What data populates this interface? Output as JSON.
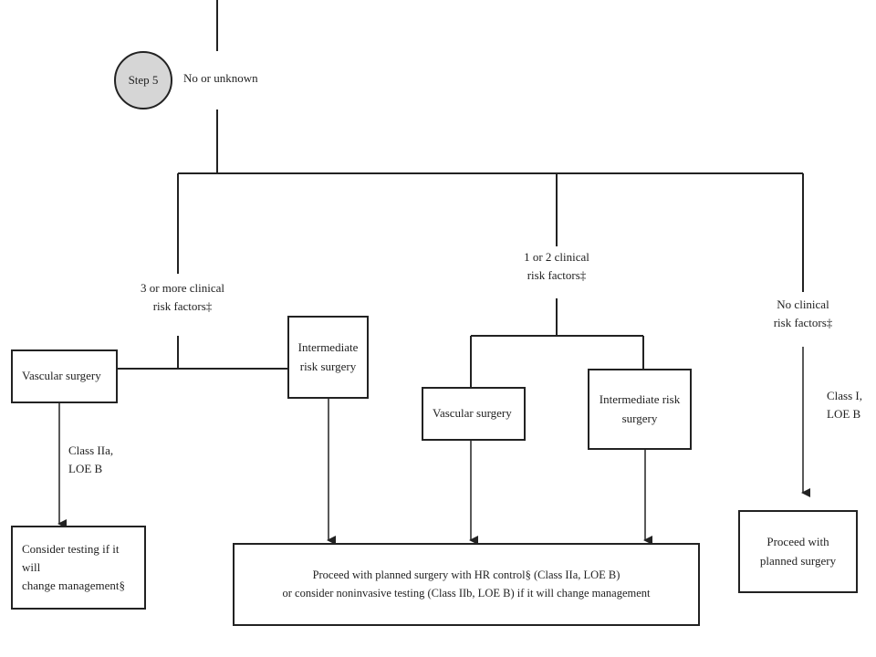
{
  "step": {
    "label": "Step 5",
    "answer": "No or unknown"
  },
  "branches": {
    "three_or_more": "3 or more clinical\nrisk factors‡",
    "one_or_two": "1 or 2 clinical\nrisk factors‡",
    "none": "No clinical\nrisk factors‡"
  },
  "boxes": {
    "vascular_left": "Vascular surgery",
    "intermediate_left": "Intermediate\nrisk surgery",
    "vascular_mid": "Vascular surgery",
    "intermediate_mid": "Intermediate risk\nsurgery",
    "consider_testing": "Consider testing if it will\nchange management§",
    "proceed_hr": "Proceed with planned surgery with HR control§ (Class IIa, LOE B)\nor consider  noninvasive testing (Class IIb, LOE B) if it will change management",
    "proceed_planned": "Proceed with\nplanned surgery"
  },
  "classes": {
    "left": "Class IIa,\nLOE B",
    "right": "Class I,\nLOE B"
  }
}
